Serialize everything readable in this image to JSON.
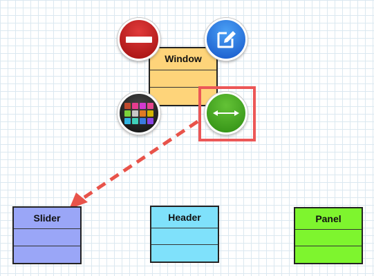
{
  "nodes": {
    "window": {
      "title": "Window"
    },
    "slider": {
      "title": "Slider"
    },
    "header": {
      "title": "Header"
    },
    "panel": {
      "title": "Panel"
    }
  },
  "colors": {
    "window": "#fed47a",
    "slider": "#9aa6f7",
    "header": "#7fe1fb",
    "panel": "#7ef52e",
    "highlight": "#ec5757",
    "connector": "#e8534a"
  },
  "actions": {
    "delete": {
      "icon": "minus-icon"
    },
    "edit": {
      "icon": "edit-icon"
    },
    "style": {
      "icon": "palette-grid-icon"
    },
    "resize": {
      "icon": "resize-horizontal-icon"
    }
  },
  "palette_colors": [
    "#c04a2e",
    "#e53c8f",
    "#d23ad0",
    "#e6468e",
    "#7bd13a",
    "#c8c8c8",
    "#e07a24",
    "#d1b400",
    "#2fb4e2",
    "#3fd0b8",
    "#3a7be0",
    "#8b44e6"
  ]
}
